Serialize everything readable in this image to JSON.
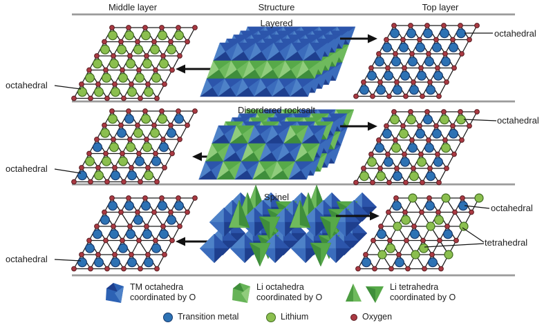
{
  "header": {
    "middle_layer": "Middle layer",
    "structure": "Structure",
    "top_layer": "Top layer"
  },
  "rows": [
    {
      "title": "Layered"
    },
    {
      "title": "Disordered rocksalt"
    },
    {
      "title": "Spinel"
    }
  ],
  "site_labels": {
    "octahedral": "octahedral",
    "tetrahedral": "tetrahedral"
  },
  "lattices": {
    "layered_middle": {
      "circles": [
        "GGGGG",
        "GGGGG",
        "GGGGG",
        "GGGGG",
        "GGGGG"
      ],
      "green_vertices": []
    },
    "layered_top": {
      "circles": [
        "BBBBB",
        "BBBBB",
        "BBBBB",
        "BBBBB",
        "BBBBB"
      ],
      "green_vertices": []
    },
    "rocksalt_middle": {
      "circles": [
        "GBGGB",
        "GBGGB",
        "BGGGB",
        "GGGBB",
        "BGBBG"
      ],
      "green_vertices": []
    },
    "rocksalt_top": {
      "circles": [
        "GGBGG",
        "BGBBB",
        "BGBBG",
        "GBBGB",
        "GGBGB"
      ],
      "green_vertices": []
    },
    "spinel_middle": {
      "circles": [
        "BBBBB",
        "B-B-B",
        "BBBBB",
        "B-B-B",
        "BBBBB"
      ],
      "green_vertices": []
    },
    "spinel_top": {
      "circles": [
        "B-B-B",
        "-G-G-",
        "B-B-B",
        "-G-G-",
        "B-B-B"
      ],
      "green_vertices": [
        [
          0,
          1
        ],
        [
          0,
          3
        ],
        [
          0,
          5
        ],
        [
          2,
          1
        ],
        [
          2,
          3
        ],
        [
          2,
          5
        ],
        [
          4,
          1
        ],
        [
          4,
          3
        ],
        [
          4,
          5
        ]
      ]
    }
  },
  "structures": {
    "layered": {
      "rows": [
        "BBBBBB",
        "GGGGGG",
        "BBBBBB"
      ]
    },
    "disordered_rocksalt": {
      "rows": [
        "BGBBGB",
        "GBGBBG",
        "BGBGGB"
      ]
    },
    "spinel": {
      "octahedra": "TM",
      "tetrahedra": "Li"
    }
  },
  "legend": {
    "items": [
      {
        "icon": "tm-octahedron-icon",
        "label_line1": "TM octahedra",
        "label_line2": "coordinated by O"
      },
      {
        "icon": "li-octahedron-icon",
        "label_line1": "Li octahedra",
        "label_line2": "coordinated by O"
      },
      {
        "icon": "li-tetrahedra-icon",
        "label_line1": "Li tetrahedra",
        "label_line2": "coordinated by O"
      }
    ],
    "species": [
      {
        "name": "Transition metal",
        "color": "#2d72b4"
      },
      {
        "name": "Lithium",
        "color": "#8bbf4f"
      },
      {
        "name": "Oxygen",
        "color": "#a93942"
      }
    ]
  },
  "colors": {
    "transition_metal": "#2d72b4",
    "transition_metal_edge": "#16386b",
    "lithium": "#8bbf4f",
    "lithium_edge": "#3f6a1e",
    "oxygen": "#a93942",
    "oxygen_edge": "#571b20",
    "lattice_line": "#1a1a1a",
    "divider": "#9b9b9b",
    "arrow": "#111111",
    "tm_oct_facets": [
      "#4e82c8",
      "#2c55ab",
      "#3b6cbc",
      "#1e3f8e"
    ],
    "li_oct_facets": [
      "#90cc7c",
      "#57a949",
      "#6fba5d",
      "#3f8e3b"
    ]
  }
}
